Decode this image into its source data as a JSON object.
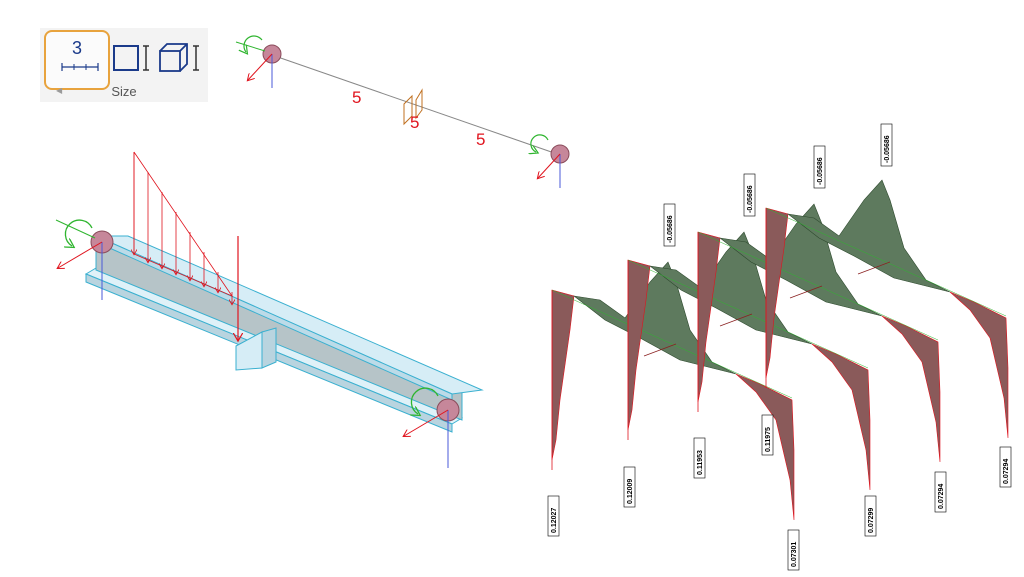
{
  "ribbon": {
    "group_label": "Size",
    "dimension_button_value": "3",
    "buttons": [
      {
        "name": "dimension-size-button",
        "icon": "dimension-line-icon",
        "selected": true
      },
      {
        "name": "2d-size-button",
        "icon": "square-size-icon",
        "selected": false
      },
      {
        "name": "3d-size-button",
        "icon": "cube-size-icon",
        "selected": false
      }
    ]
  },
  "structure_model": {
    "span_labels": [
      "5",
      "5"
    ],
    "middle_label": "5"
  },
  "diagram_labels": {
    "top": [
      "-0.05686",
      "-0.05686",
      "-0.05686",
      "-0.05686"
    ],
    "left_bottom": [
      "0.12027",
      "0.12009",
      "0.11953",
      "0.11975"
    ],
    "right_bottom": [
      "0.07301",
      "0.07299",
      "0.07294",
      "0.07294"
    ]
  },
  "colors": {
    "accent": "#e8a33d",
    "diagram_fill": "#5e7a5e",
    "diagram_fill_neg": "#8a5a5a",
    "beam": "#cfe8f2",
    "support": "#c6879a",
    "load": "#e0141e"
  }
}
